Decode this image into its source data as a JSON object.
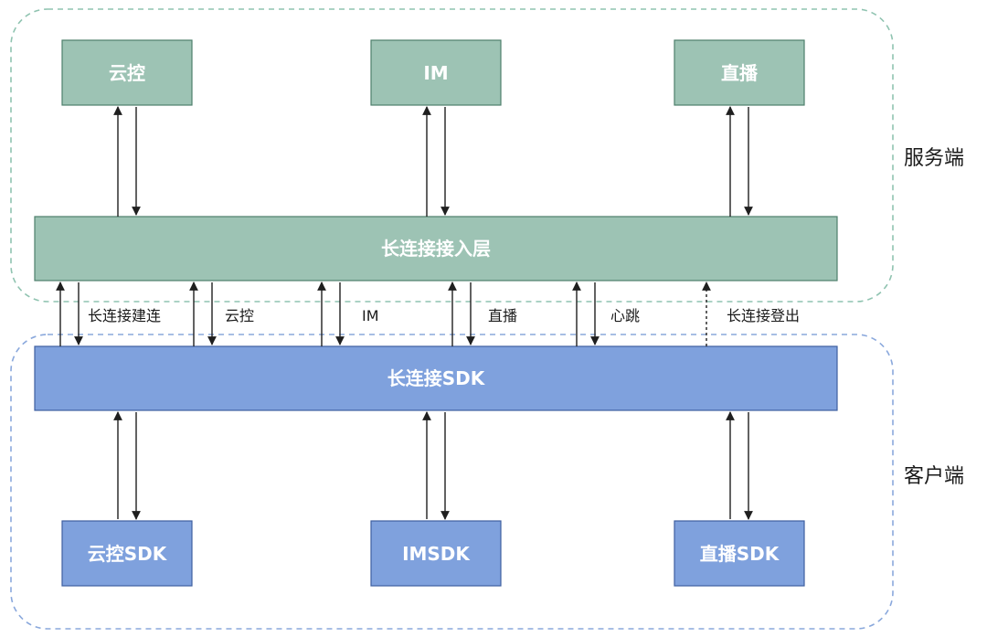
{
  "regions": {
    "server_label": "服务端",
    "client_label": "客户端"
  },
  "services": {
    "cloud": "云控",
    "im": "IM",
    "live": "直播"
  },
  "gateway": {
    "label": "长连接接入层"
  },
  "sdk": {
    "label": "长连接SDK"
  },
  "client_sdks": {
    "cloud": "云控SDK",
    "im": "IMSDK",
    "live": "直播SDK"
  },
  "channels": {
    "connect": "长连接建连",
    "cloud": "云控",
    "im": "IM",
    "live": "直播",
    "heartbeat": "心跳",
    "logout": "长连接登出"
  },
  "colors": {
    "server_box": "#9DC3B4",
    "server_box_border": "#4e7f6c",
    "client_box": "#7FA1DD",
    "client_box_border": "#3e5fa0",
    "server_region_border": "#8fc3b0",
    "client_region_border": "#8aa8dc",
    "arrow": "#1f1f1f"
  }
}
